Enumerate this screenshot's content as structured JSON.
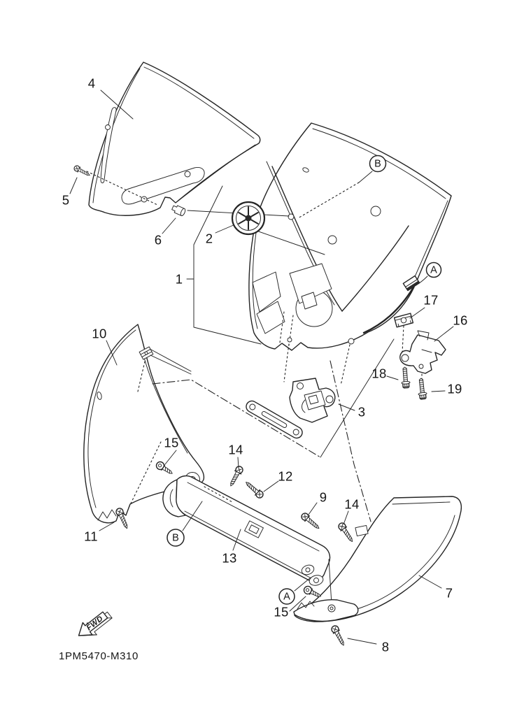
{
  "page": {
    "background": "#ffffff",
    "ink_color": "#242424"
  },
  "figure": {
    "kind": "exploded-parts-diagram",
    "drawing_number": "1PM5470-M310",
    "fwd_label": "FWD",
    "callouts": {
      "n1": "1",
      "n2": "2",
      "n3": "3",
      "n4": "4",
      "n5": "5",
      "n6": "6",
      "n7": "7",
      "n8": "8",
      "n9": "9",
      "n10": "10",
      "n11": "11",
      "n12": "12",
      "n13": "13",
      "n14a": "14",
      "n14b": "14",
      "n15a": "15",
      "n15b": "15",
      "n16": "16",
      "n17": "17",
      "n18": "18",
      "n19": "19"
    },
    "reference_letters": {
      "a1": "A",
      "a2": "A",
      "b1": "B",
      "b2": "B"
    }
  }
}
